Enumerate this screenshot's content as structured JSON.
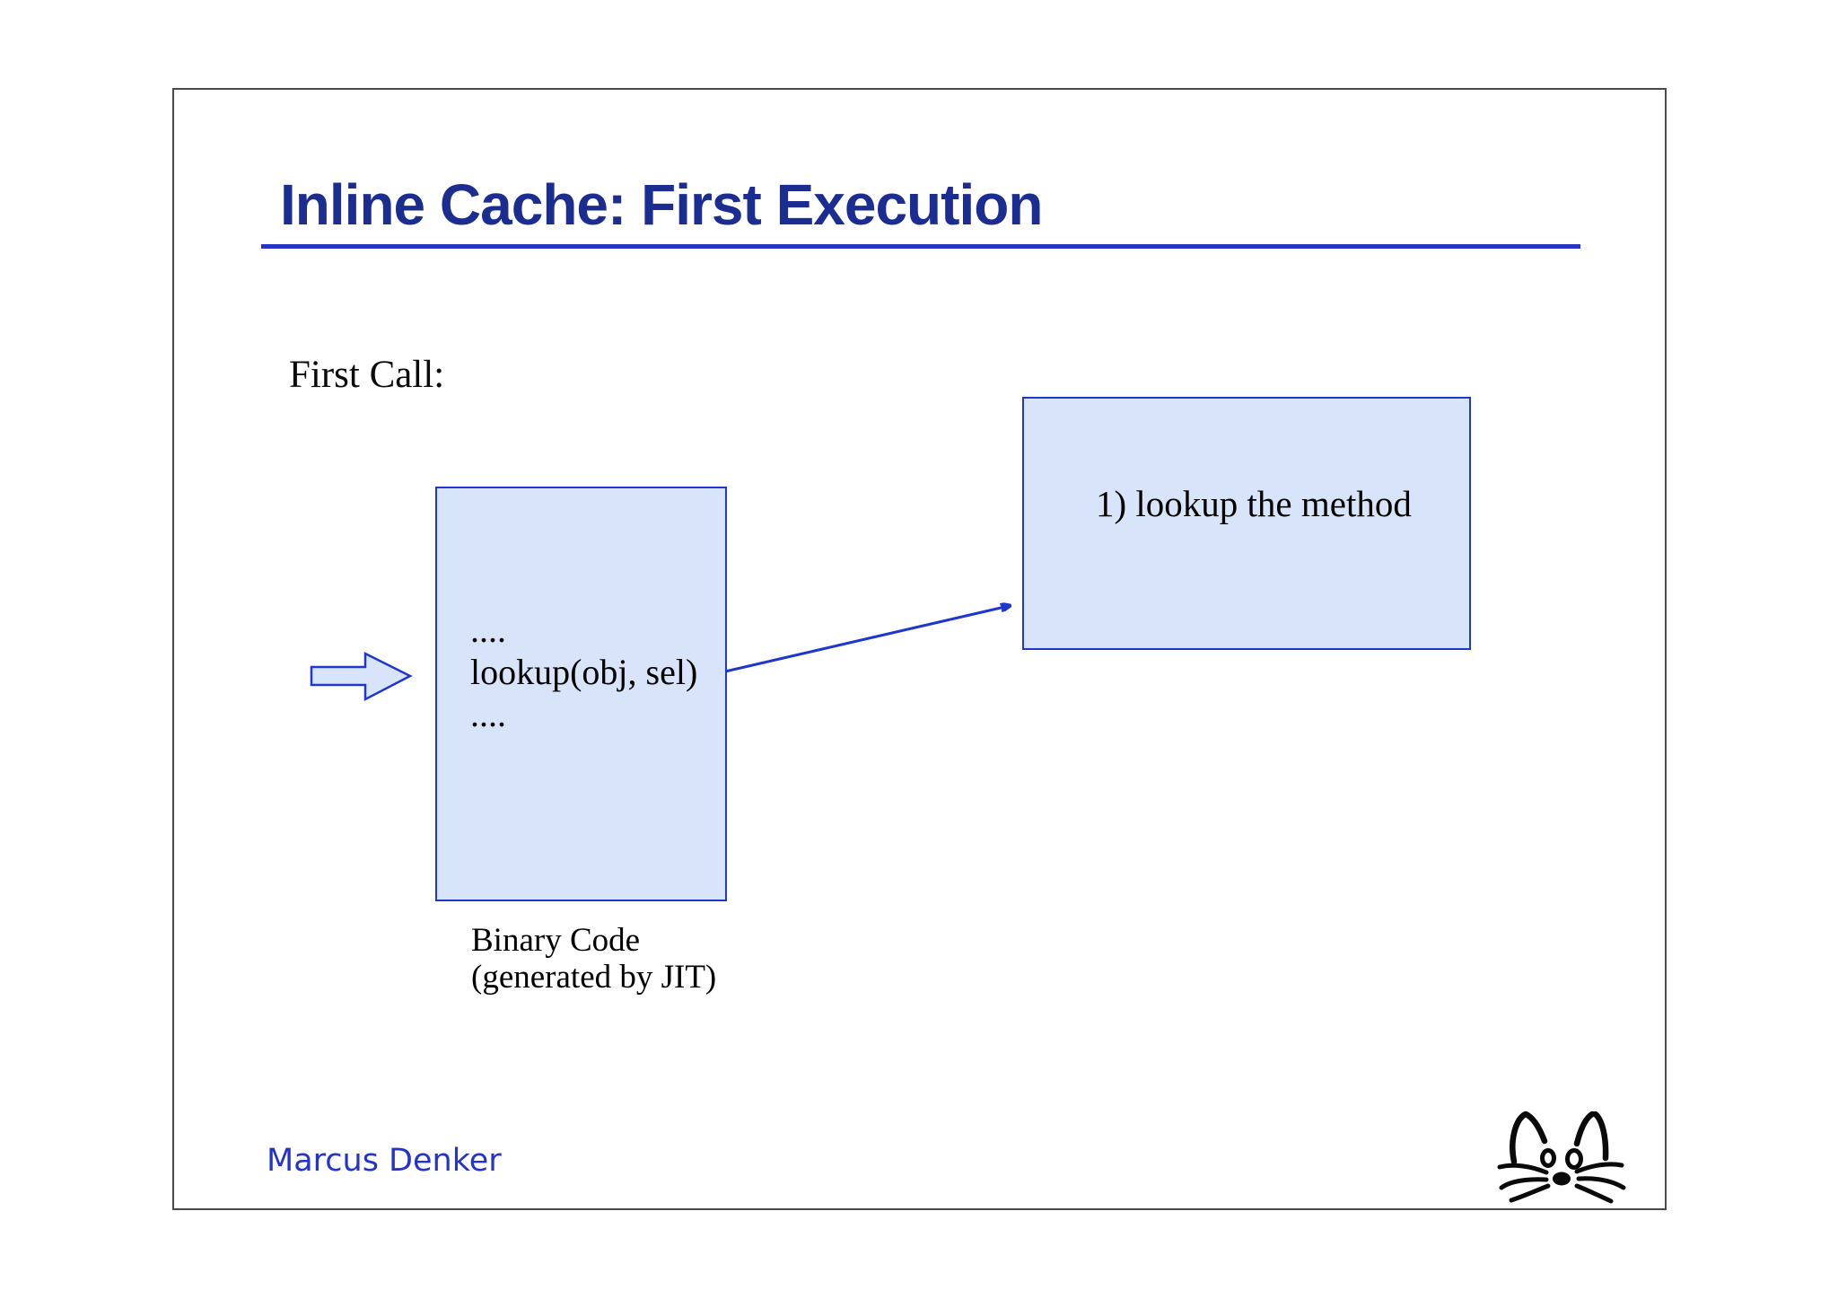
{
  "slide": {
    "title": "Inline Cache: First Execution",
    "section_label": "First Call:",
    "binary_code_box": {
      "lines": [
        "....",
        "lookup(obj, sel)",
        "...."
      ]
    },
    "binary_code_caption": {
      "line1": "Binary Code",
      "line2": "(generated by JIT)"
    },
    "lookup_box": {
      "label": "1) lookup the method"
    },
    "author": "Marcus Denker"
  },
  "icons": {
    "entry_arrow": "block-arrow-right",
    "connector": "arrow-to-lookup-box",
    "mascot": "cat-face-doodle"
  },
  "colors": {
    "background": "#ffffff",
    "slide_border": "#4a4a4a",
    "title_text": "#1b2d90",
    "title_underline": "#2636c2",
    "box_fill": "#d8e4f9",
    "box_border": "#1d38cb",
    "body_text": "#000000",
    "author_text": "#2433cb"
  }
}
